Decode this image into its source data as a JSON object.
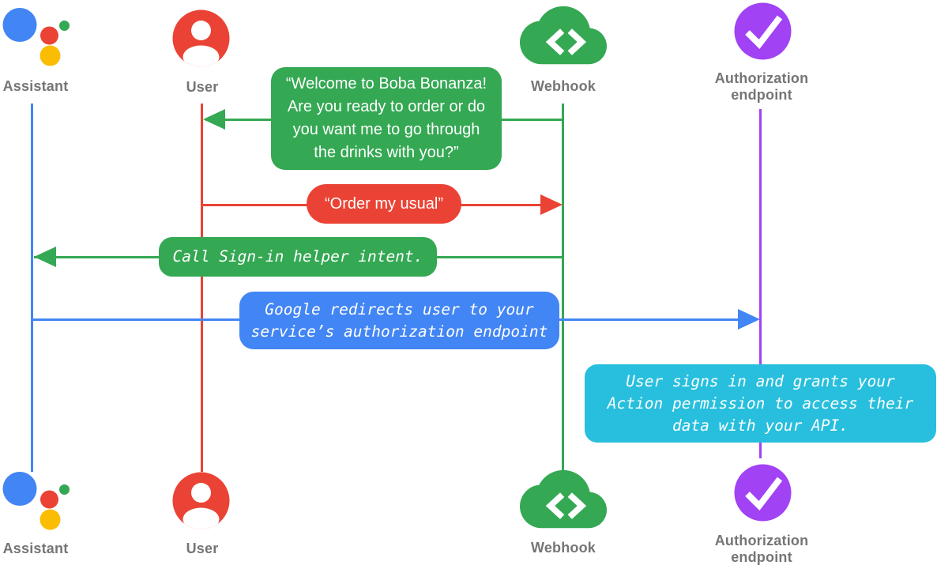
{
  "diagram": {
    "title": "Account linking sign-in sequence diagram",
    "background": "#FFFFFF",
    "palette": {
      "assistant_blue": "#4285F4",
      "user_red": "#EA4335",
      "webhook_green": "#34A853",
      "auth_purple": "#A142F4",
      "note_cyan": "#27BFDD",
      "logo_yellow": "#FBBC04",
      "logo_green": "#34A853",
      "label_gray": "#757575",
      "bubble_text": "#FFFFFF"
    },
    "actors": {
      "assistant": {
        "label": "Assistant",
        "icon": "google-assistant-logo-icon",
        "color": "#4285F4"
      },
      "user": {
        "label": "User",
        "icon": "person-circle-icon",
        "color": "#EA4335"
      },
      "webhook": {
        "label": "Webhook",
        "icon": "cloud-code-icon",
        "color": "#34A853"
      },
      "auth_endpoint": {
        "label_lines": [
          "Authorization",
          "endpoint"
        ],
        "icon": "check-circle-icon",
        "color": "#A142F4"
      }
    },
    "messages": {
      "welcome": {
        "lines": [
          "“Welcome to Boba Bonanza!",
          "Are you ready to order or do",
          "you want me to go through",
          "the drinks with you?”"
        ],
        "color": "#34A853"
      },
      "order": {
        "text": "“Order my usual”",
        "color": "#EA4335"
      },
      "signin": {
        "text": "Call Sign-in helper intent.",
        "color": "#34A853"
      },
      "redirect": {
        "lines": [
          "Google redirects user to your",
          "service’s authorization endpoint"
        ],
        "color": "#4285F4"
      },
      "grant": {
        "lines": [
          "User signs in and grants your",
          "Action permission to access their",
          "data with your API."
        ],
        "color": "#27BFDD"
      }
    }
  }
}
